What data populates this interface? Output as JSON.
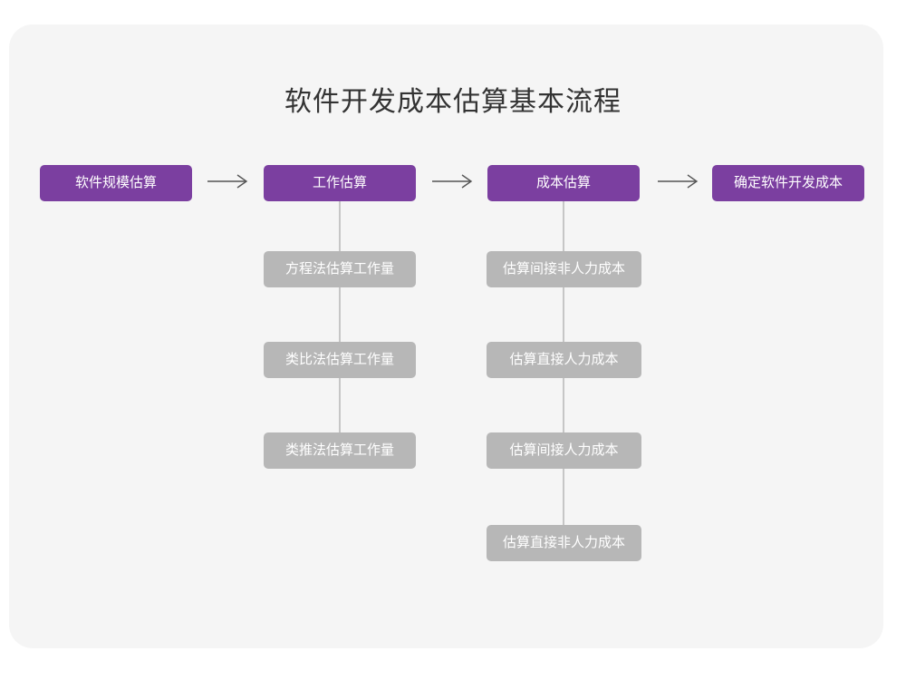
{
  "diagram": {
    "title": "软件开发成本估算基本流程",
    "colors": {
      "page_background": "#ffffff",
      "card_background": "#f5f5f5",
      "primary_node": "#7b3fa0",
      "secondary_node": "#b7b7b7",
      "connector_line": "#c6c6c6",
      "arrow": "#555555",
      "title_text": "#333333",
      "node_text": "#ffffff"
    },
    "main_flow": [
      {
        "id": "step-1",
        "label": "软件规模估算"
      },
      {
        "id": "step-2",
        "label": "工作估算"
      },
      {
        "id": "step-3",
        "label": "成本估算"
      },
      {
        "id": "step-4",
        "label": "确定软件开发成本"
      }
    ],
    "arrows": [
      {
        "id": "arrow-1",
        "name": "arrow-step1-to-step2",
        "glyph": "right-arrow-icon"
      },
      {
        "id": "arrow-2",
        "name": "arrow-step2-to-step3",
        "glyph": "right-arrow-icon"
      },
      {
        "id": "arrow-3",
        "name": "arrow-step3-to-step4",
        "glyph": "right-arrow-icon"
      }
    ],
    "branches": [
      {
        "id": "branch-work-estimation",
        "parent": "step-2",
        "parent_label": "工作估算",
        "items": [
          {
            "id": "work-1",
            "label": "方程法估算工作量"
          },
          {
            "id": "work-2",
            "label": "类比法估算工作量"
          },
          {
            "id": "work-3",
            "label": "类推法估算工作量"
          }
        ]
      },
      {
        "id": "branch-cost-estimation",
        "parent": "step-3",
        "parent_label": "成本估算",
        "items": [
          {
            "id": "cost-1",
            "label": "估算间接非人力成本"
          },
          {
            "id": "cost-2",
            "label": "估算直接人力成本"
          },
          {
            "id": "cost-3",
            "label": "估算间接人力成本"
          },
          {
            "id": "cost-4",
            "label": "估算直接非人力成本"
          }
        ]
      }
    ]
  }
}
